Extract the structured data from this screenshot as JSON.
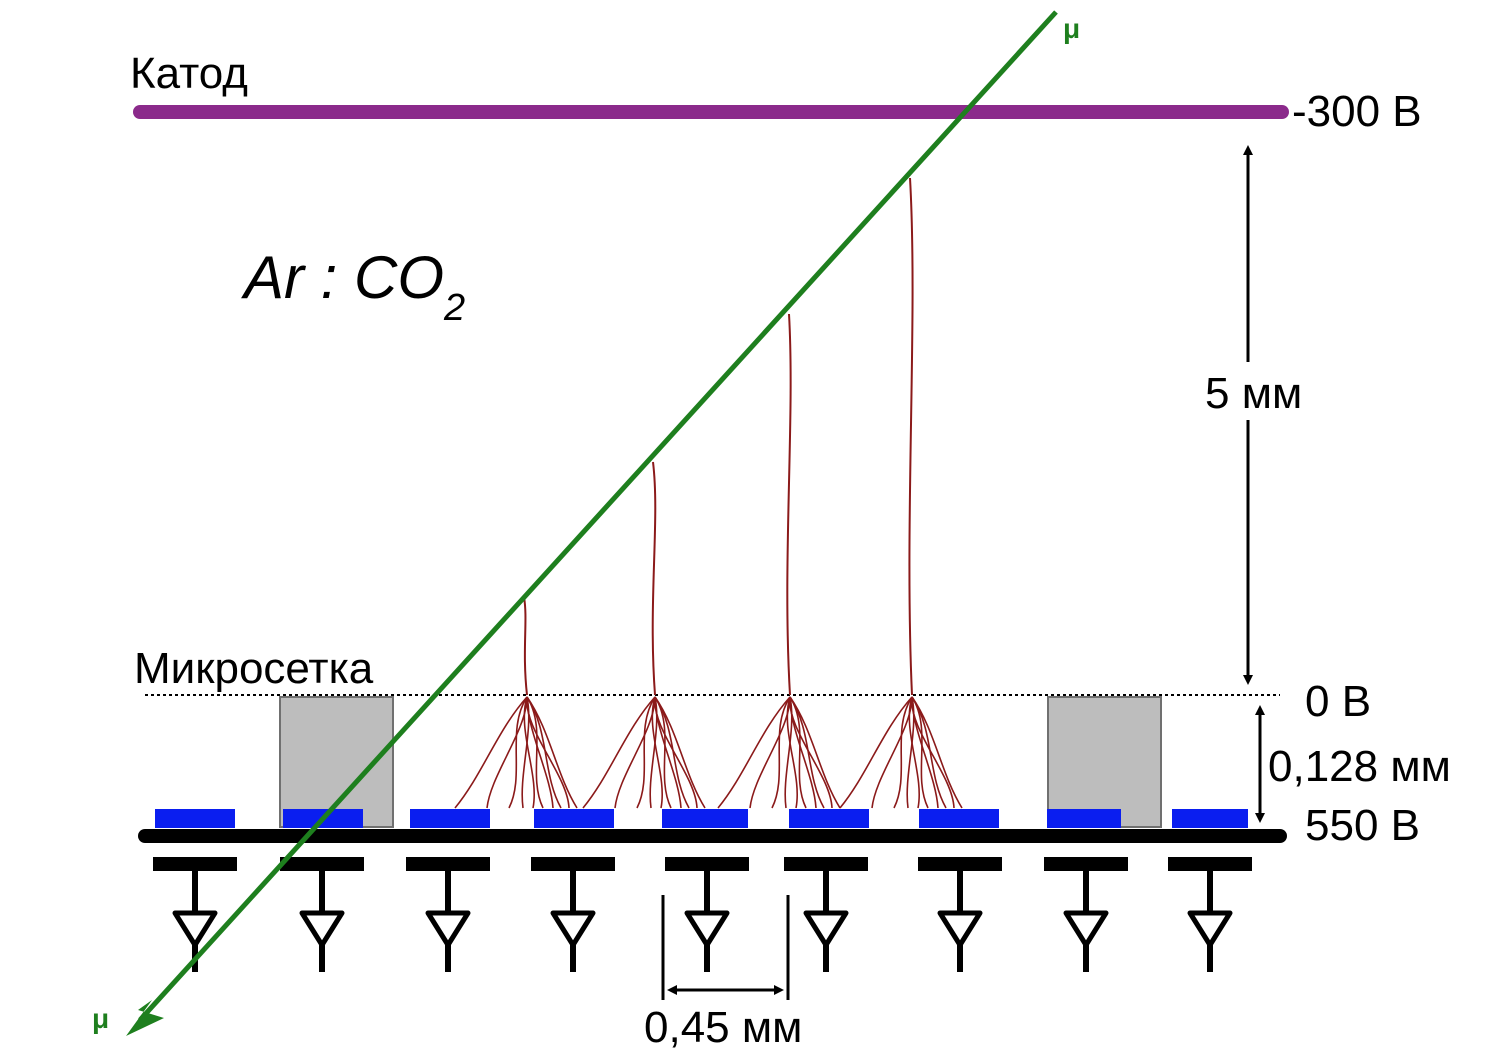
{
  "labels": {
    "cathode": "Катод",
    "cathode_voltage": "-300 В",
    "gas_main": "Ar : CO",
    "gas_sub": "2",
    "drift_gap": "5 мм",
    "mesh": "Микросетка",
    "mesh_voltage": "0 В",
    "amp_gap": "0,128 мм",
    "anode_voltage": "550 В",
    "pitch": "0,45 мм",
    "muon_top": "μ",
    "muon_bottom": "μ"
  },
  "colors": {
    "cathode": "#8B2A8B",
    "track": "#1E7F1E",
    "drift": "#8B1A1A",
    "strip": "#0A1EF0",
    "pillar_fill": "#BDBDBD",
    "pillar_stroke": "#707070",
    "board": "#000000"
  },
  "counts": {
    "strips": 9,
    "amplifiers": 9,
    "pillars": 2,
    "clusters": 4
  }
}
